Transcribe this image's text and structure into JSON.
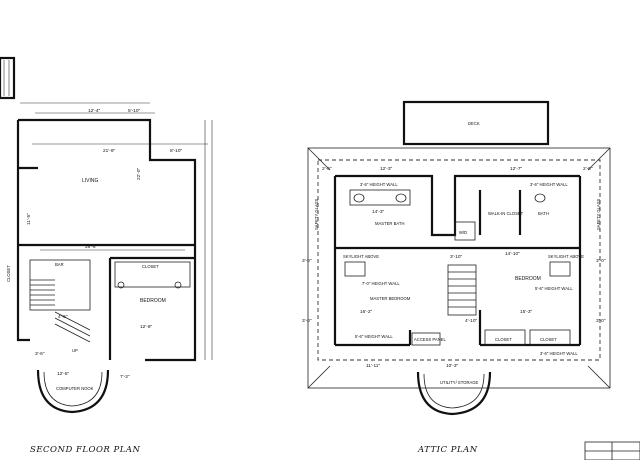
{
  "plans": {
    "second_floor": {
      "title": "SECOND FLOOR PLAN",
      "rooms": {
        "living": "LIVING",
        "closet": "CLOSET",
        "bedroom": "BEDROOM",
        "bar": "BAR",
        "closet_small": "CLOSET",
        "up": "UP",
        "computer_nook": "COMPUTER NOOK"
      },
      "dimensions": {
        "top1": "12'-4\"",
        "top2": "5'-10\"",
        "mid": "21'-9\"",
        "right_top": "8'-10\"",
        "lower": "28'-6\"",
        "bedroom_w": "12'-8\"",
        "nook_w": "12'-5\"",
        "nook_side": "7'-3\"",
        "left_a": "3'-6\"",
        "left_b": "4'-6\"",
        "vert_a": "22'-0\"",
        "vert_b": "11'-5\""
      }
    },
    "attic": {
      "title": "ATTIC PLAN",
      "rooms": {
        "deck": "DECK",
        "master_bath": "MASTER BATH",
        "walk_in_closet": "WALK-IN CLOSET",
        "bath": "BATH",
        "wd": "W/D",
        "master_bedroom": "MASTER BEDROOM",
        "bedroom": "BEDROOM",
        "skylight1": "SKYLIGHT ABOVE",
        "skylight2": "SKYLIGHT ABOVE",
        "closet1": "CLOSET",
        "closet2": "CLOSET",
        "utility": "UTILITY/ STORAGE",
        "access": "ACCESS PANEL",
        "safety_left": "SAFETY GLASS",
        "safety_right": "SAFETY GLASS",
        "half_wall1": "3'-6\" HEIGHT WALL",
        "half_wall2": "3'-6\" HEIGHT WALL",
        "half_wall3": "5'-6\" HEIGHT WALL",
        "half_wall4": "7'-0\" HEIGHT WALL",
        "half_wall5": "3'-6\" HEIGHT WALL",
        "half_wall6": "5'-6\" HEIGHT WALL"
      },
      "dimensions": {
        "top_l": "12'-3\"",
        "top_r": "12'-7\"",
        "side_l": "2'-0\"",
        "side_r": "2'-0\"",
        "bath_w": "14'-3\"",
        "bed_w": "14'-10\"",
        "mid": "3'-10\"",
        "lower_l": "16'-2\"",
        "lower_c": "4'-10\"",
        "lower_r": "15'-3\"",
        "bottom_l": "11'-11\"",
        "bottom_c": "10'-3\"",
        "left_v1": "3'-0\"",
        "left_v2": "3'-0\"",
        "right_v1": "3'-0\"",
        "right_v2": "3'-0\""
      }
    }
  }
}
